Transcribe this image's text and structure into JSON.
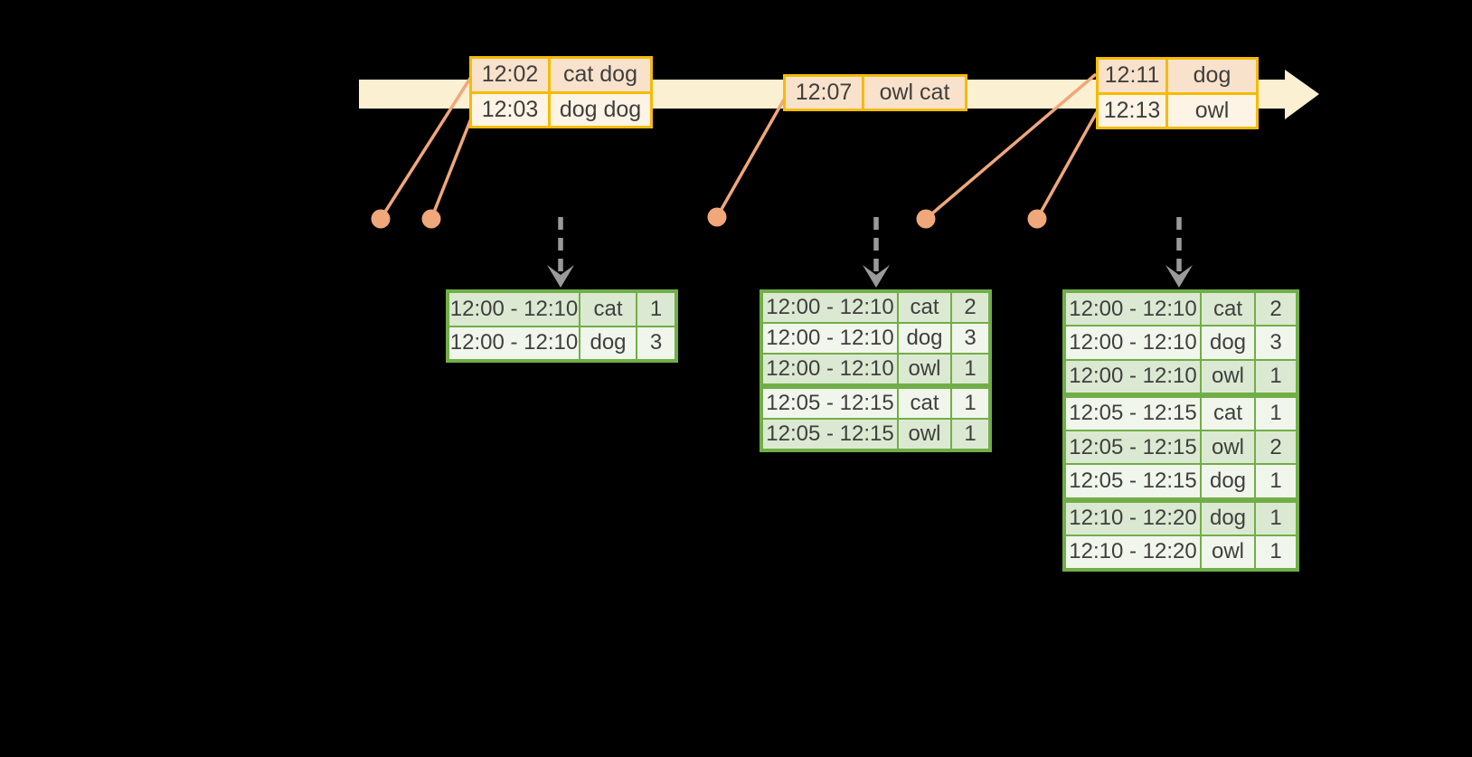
{
  "diagram_title": "windowed-word-count-stream",
  "colors": {
    "background": "#000000",
    "timeline_band": "#FBF0D2",
    "event_table_border": "#F5BB05",
    "event_row_fill_dark": "#F9E2CB",
    "event_row_fill_light": "#FDF4E5",
    "connector_salmon": "#F0A77A",
    "result_table_border": "#71AE48",
    "result_row_fill_dark": "#DCE9D2",
    "result_row_fill_light": "#F1F6EC",
    "trigger_arrow_gray": "#9A9A9A",
    "text": "#3F3F3F"
  },
  "events": {
    "tables": [
      {
        "rows": [
          {
            "time": "12:02",
            "words": "cat dog"
          },
          {
            "time": "12:03",
            "words": "dog dog"
          }
        ]
      },
      {
        "rows": [
          {
            "time": "12:07",
            "words": "owl cat"
          }
        ]
      },
      {
        "rows": [
          {
            "time": "12:11",
            "words": "dog"
          },
          {
            "time": "12:13",
            "words": "owl"
          }
        ]
      }
    ]
  },
  "results": {
    "tables": [
      {
        "rows": [
          {
            "window": "12:00 - 12:10",
            "word": "cat",
            "count": "1"
          },
          {
            "window": "12:00 - 12:10",
            "word": "dog",
            "count": "3"
          }
        ]
      },
      {
        "rows": [
          {
            "window": "12:00 - 12:10",
            "word": "cat",
            "count": "2"
          },
          {
            "window": "12:00 - 12:10",
            "word": "dog",
            "count": "3"
          },
          {
            "window": "12:00 - 12:10",
            "word": "owl",
            "count": "1"
          },
          {
            "window": "12:05 - 12:15",
            "word": "cat",
            "count": "1"
          },
          {
            "window": "12:05 - 12:15",
            "word": "owl",
            "count": "1"
          }
        ]
      },
      {
        "rows": [
          {
            "window": "12:00 - 12:10",
            "word": "cat",
            "count": "2"
          },
          {
            "window": "12:00 - 12:10",
            "word": "dog",
            "count": "3"
          },
          {
            "window": "12:00 - 12:10",
            "word": "owl",
            "count": "1"
          },
          {
            "window": "12:05 - 12:15",
            "word": "cat",
            "count": "1"
          },
          {
            "window": "12:05 - 12:15",
            "word": "owl",
            "count": "2"
          },
          {
            "window": "12:05 - 12:15",
            "word": "dog",
            "count": "1"
          },
          {
            "window": "12:10 - 12:20",
            "word": "dog",
            "count": "1"
          },
          {
            "window": "12:10 - 12:20",
            "word": "owl",
            "count": "1"
          }
        ]
      }
    ]
  }
}
